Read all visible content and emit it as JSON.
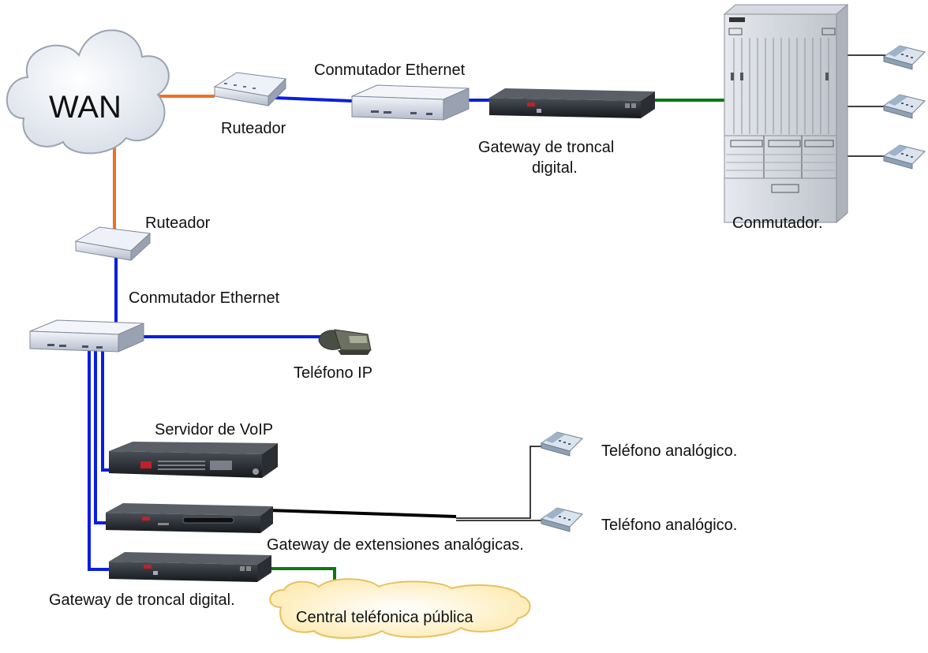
{
  "labels": {
    "wan": "WAN",
    "router_top": "Ruteador",
    "switch_top": "Conmutador Ethernet",
    "gateway_top_line1": "Gateway de troncal",
    "gateway_top_line2": "digital.",
    "pbx": "Conmutador.",
    "router_left": "Ruteador",
    "switch_left": "Conmutador Ethernet",
    "ip_phone": "Teléfono IP",
    "voip_server": "Servidor de VoIP",
    "analog_phone_1": "Teléfono analógico.",
    "analog_phone_2": "Teléfono analógico.",
    "analog_gateway": "Gateway de extensiones analógicas.",
    "digital_gateway_bottom": "Gateway de troncal digital.",
    "pstn": "Central  teléfonica pública"
  },
  "colors": {
    "wan_link": "#f07020",
    "ethernet_link": "#0a1ee0",
    "trunk_link": "#0a7a10",
    "analog_link": "#000000",
    "cloud_fill": "#eef2f8",
    "cloud_edge": "#9aa4b2",
    "pstn_fill": "#fff2c0",
    "pstn_edge": "#e8c060"
  },
  "icons": {
    "wan_cloud": "cloud-icon",
    "router": "router-icon",
    "ethernet_switch": "switch-icon",
    "gateway": "rack-unit-icon",
    "pbx": "pbx-cabinet-icon",
    "ip_phone": "ip-phone-icon",
    "analog_phone": "desk-phone-icon",
    "pstn_cloud": "cloud-icon"
  }
}
